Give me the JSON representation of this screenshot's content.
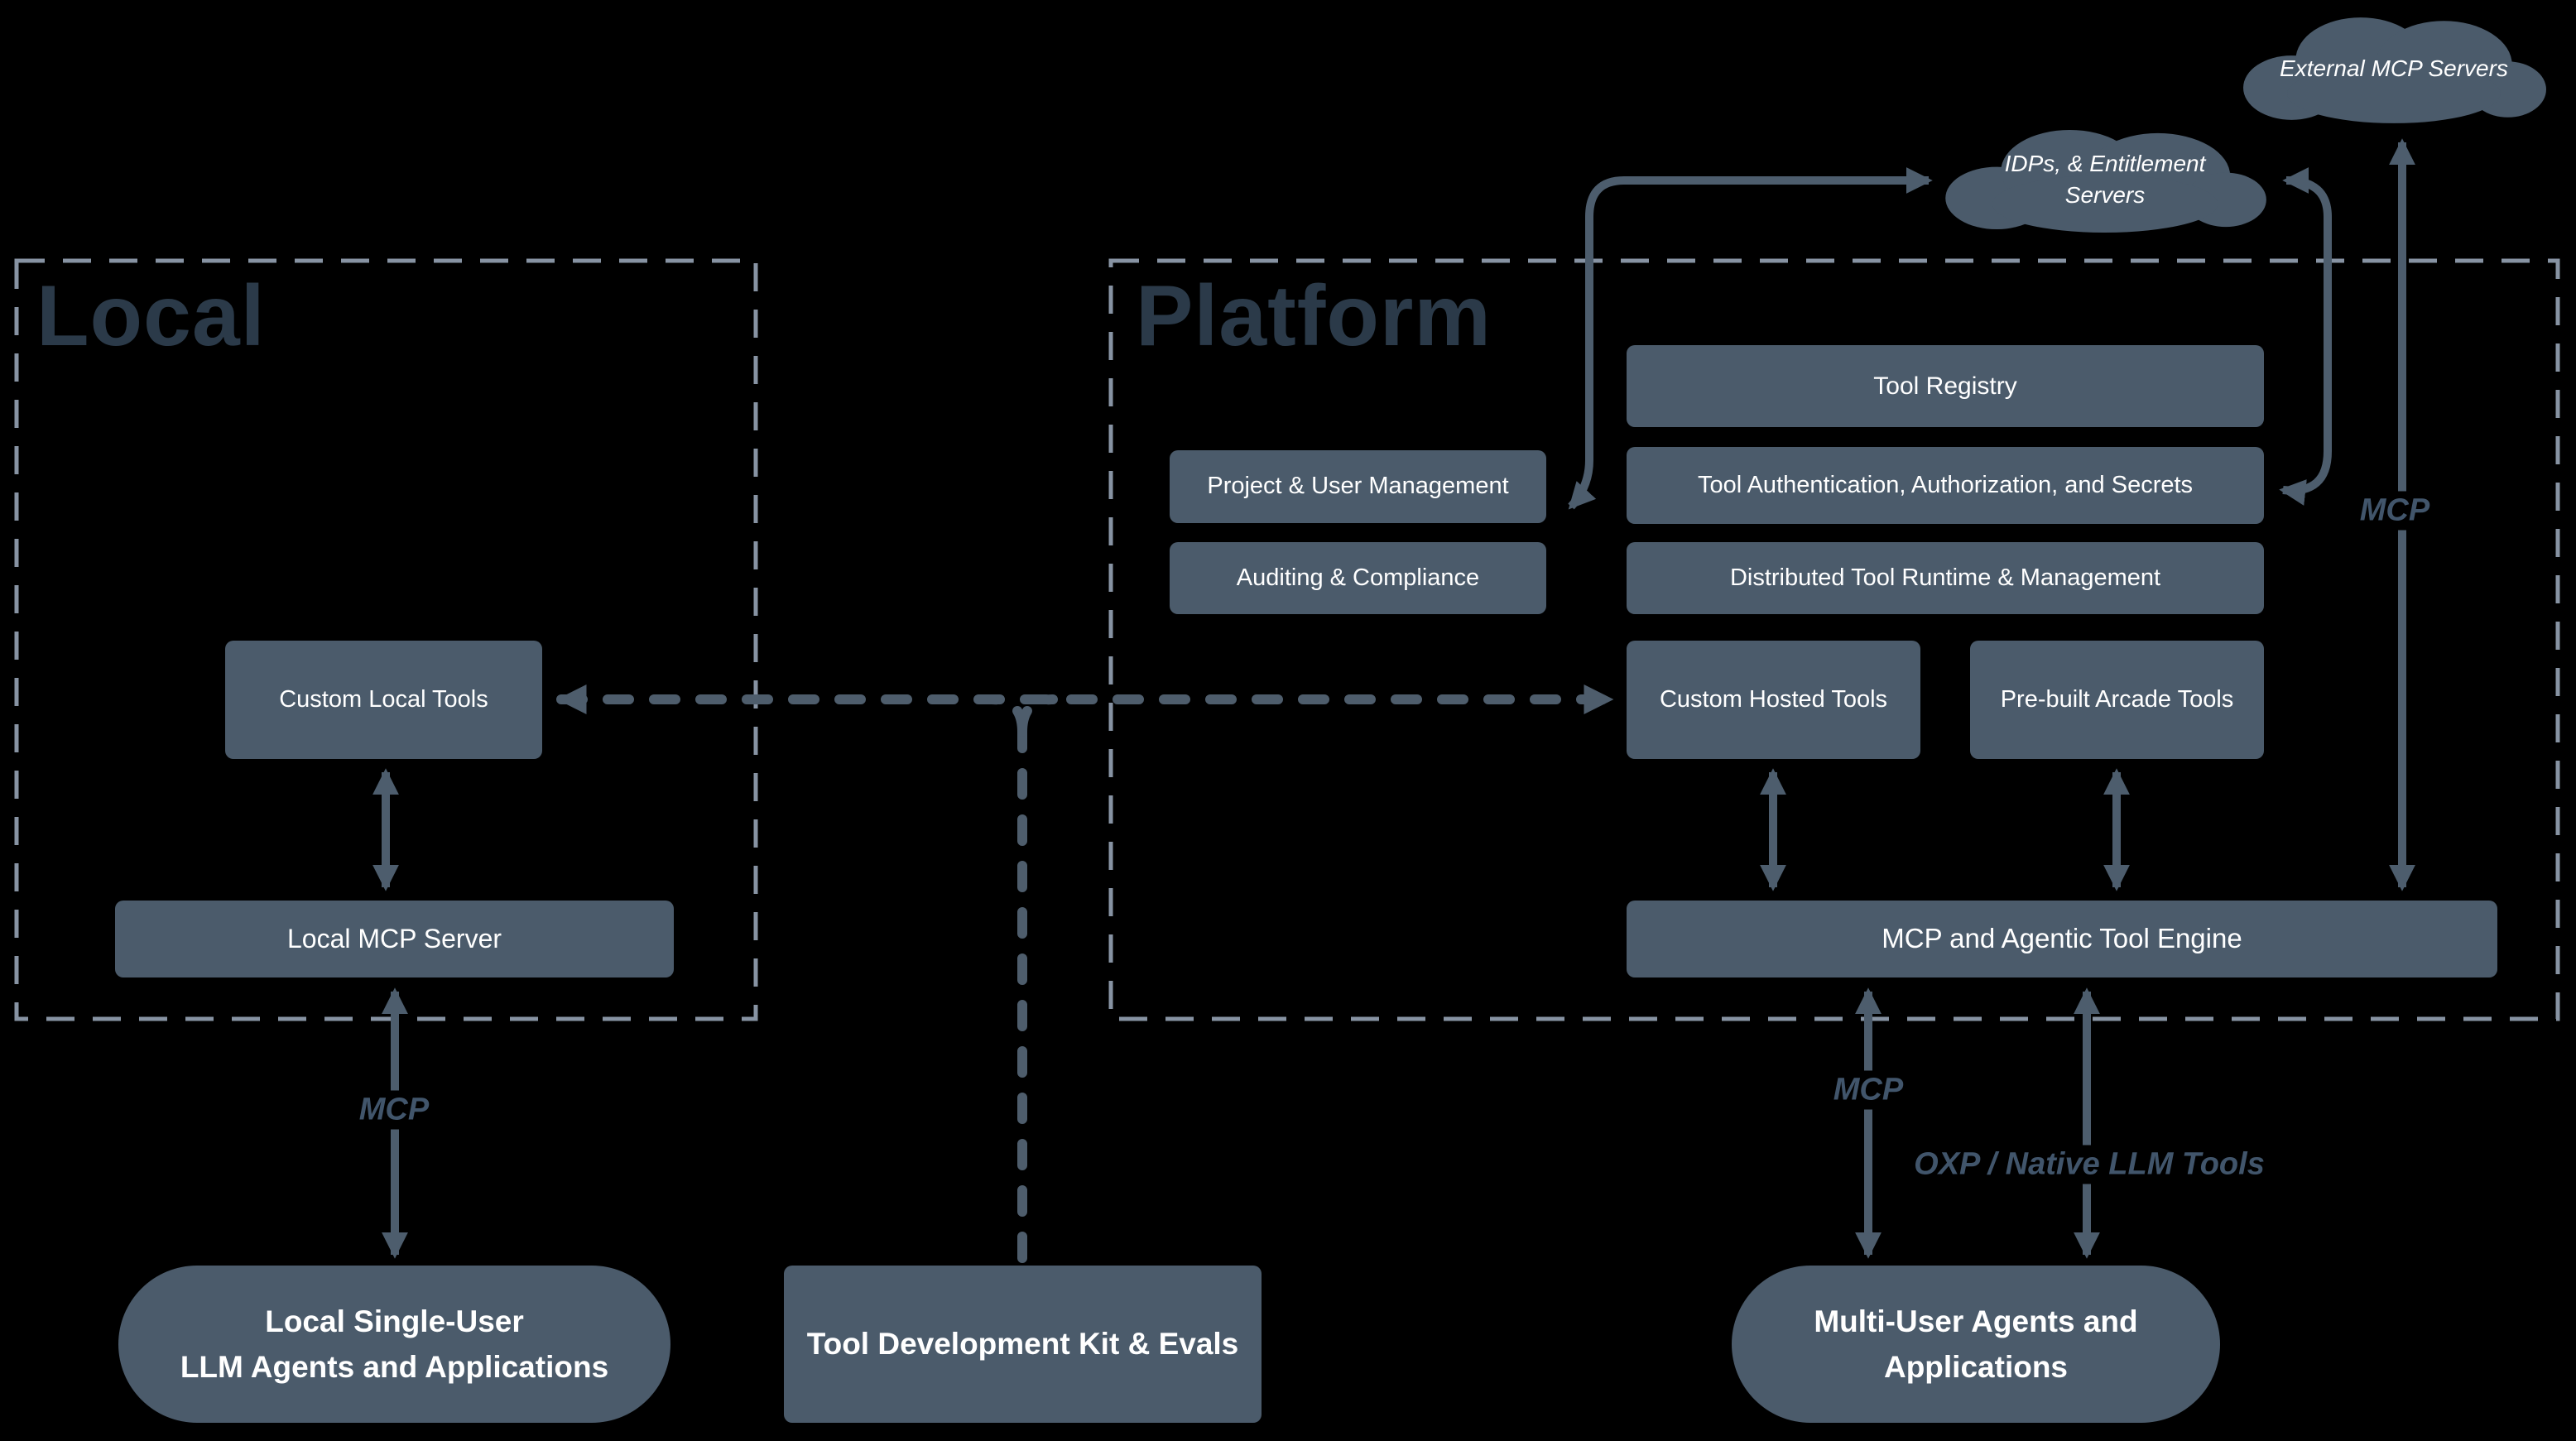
{
  "regions": {
    "local": {
      "title": "Local"
    },
    "platform": {
      "title": "Platform"
    }
  },
  "clouds": {
    "external_mcp": {
      "label": "External MCP Servers"
    },
    "idp": {
      "line1": "IDPs, & Entitlement",
      "line2": "Servers"
    }
  },
  "platform_boxes": {
    "tool_registry": "Tool Registry",
    "project_user_mgmt": "Project & User Management",
    "tool_auth": "Tool Authentication, Authorization, and Secrets",
    "auditing_compliance": "Auditing & Compliance",
    "distributed_runtime": "Distributed Tool Runtime & Management",
    "custom_hosted_tools": "Custom Hosted Tools",
    "prebuilt_arcade_tools": "Pre-built Arcade Tools",
    "engine": "MCP and Agentic Tool Engine"
  },
  "local_boxes": {
    "custom_local_tools": "Custom Local Tools",
    "local_mcp_server": "Local MCP Server"
  },
  "apps": {
    "local_single_user": {
      "line1": "Local Single-User",
      "line2": "LLM Agents and Applications"
    },
    "tool_dev_kit": {
      "label": "Tool Development Kit & Evals"
    },
    "multi_user": {
      "line1": "Multi-User Agents and",
      "line2": "Applications"
    }
  },
  "edge_labels": {
    "local_mcp": "MCP",
    "platform_mcp": "MCP",
    "external_mcp": "MCP",
    "oxp": "OXP / Native LLM Tools"
  },
  "colors": {
    "background": "#000000",
    "node_fill": "#4b5b6b",
    "arrow": "#4d5d6d",
    "dashed_arrow": "#4e5d6c",
    "region_border": "#8793a3",
    "region_title": "#2b3a49",
    "edge_label_text": "#41556b",
    "node_text": "#ffffff"
  }
}
